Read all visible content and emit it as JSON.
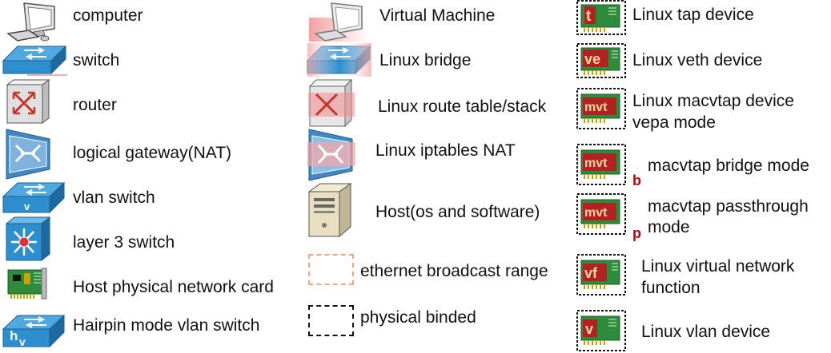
{
  "legend": {
    "col1": [
      {
        "icon": "computer-icon",
        "label": "computer"
      },
      {
        "icon": "switch-icon",
        "label": "switch"
      },
      {
        "icon": "router-icon",
        "label": "router"
      },
      {
        "icon": "logical-gateway-icon",
        "label": "logical gateway(NAT)"
      },
      {
        "icon": "vlan-switch-icon",
        "label": "vlan switch",
        "letter": "v"
      },
      {
        "icon": "layer3-switch-icon",
        "label": "layer 3 switch"
      },
      {
        "icon": "physical-nic-icon",
        "label": "Host physical network card"
      },
      {
        "icon": "hairpin-switch-icon",
        "label": "Hairpin mode vlan switch",
        "letter1": "h",
        "letter2": "v"
      }
    ],
    "col2": [
      {
        "icon": "virtual-machine-icon",
        "label": "Virtual Machine"
      },
      {
        "icon": "linux-bridge-icon",
        "label": "Linux bridge"
      },
      {
        "icon": "linux-route-icon",
        "label": "Linux route table/stack"
      },
      {
        "icon": "linux-iptables-nat-icon",
        "label": "Linux iptables NAT"
      },
      {
        "icon": "host-icon",
        "label": "Host(os and software)"
      },
      {
        "icon": "broadcast-range-box-icon",
        "label": "ethernet broadcast range"
      },
      {
        "icon": "physical-binded-box-icon",
        "label": "physical binded"
      }
    ],
    "col3": [
      {
        "icon": "tap-device-icon",
        "letter": "t",
        "label": "Linux tap device"
      },
      {
        "icon": "veth-device-icon",
        "letter": "ve",
        "label": "Linux veth device"
      },
      {
        "icon": "macvtap-vepa-icon",
        "letter": "mvt",
        "label": "Linux macvtap device",
        "label2": "vepa mode"
      },
      {
        "icon": "macvtap-bridge-icon",
        "letter": "mvt",
        "mode": "b",
        "label": "macvtap bridge mode"
      },
      {
        "icon": "macvtap-passthrough-icon",
        "letter": "mvt",
        "mode": "p",
        "label": "macvtap passthrough",
        "label2": "mode"
      },
      {
        "icon": "virtual-function-icon",
        "letter": "vf",
        "label": "Linux virtual network",
        "label2": "function"
      },
      {
        "icon": "vlan-device-icon",
        "letter": "v",
        "label": "Linux vlan device"
      }
    ]
  },
  "colors": {
    "switch_blue": "#2e8fcf",
    "switch_dark": "#1d5f91",
    "router_gray": "#d9d9d9",
    "nic_green": "#2e8b3c",
    "nic_letter_bg": "#b22222",
    "mode_letter": "#c00000",
    "pink": "#f4a6a6",
    "orange_dash": "#f4a57a"
  }
}
